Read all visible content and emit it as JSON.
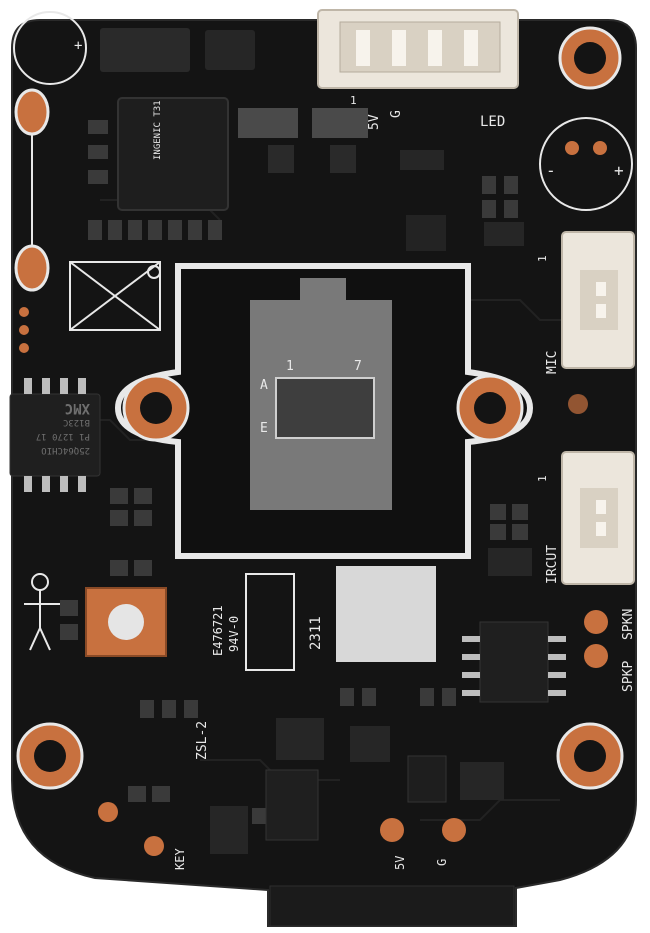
{
  "colors": {
    "pcb": "#141414",
    "silkscreen": "#e8e8e8",
    "copper_pad": "#c8713f",
    "sensor_glass": "#8c8c8c",
    "chip_body": "#1e1e1e",
    "connector": "#ece6dc"
  },
  "labels": {
    "led": "LED",
    "led_5v": "5V",
    "led_g": "G",
    "led_pin1": "1",
    "mic": "MIC",
    "mic_pin1": "1",
    "ircut": "IRCUT",
    "ircut_pin1": "1",
    "spkn": "SPKN",
    "spkp": "SPKP",
    "key": "KEY",
    "five_v": "5V",
    "g": "G",
    "zsl": "ZSL-2",
    "ul_code": "E476721",
    "ul_rating": "94V-0",
    "date_code": "2311",
    "sensor_pin1": "1",
    "sensor_pin7": "7",
    "sensor_row_a": "A",
    "sensor_row_e": "E",
    "cap_plus": "+",
    "cap_minus": "-",
    "cap2_plus": "+",
    "flash_chip_1": "25Q64CHIO",
    "flash_chip_2": "P1 1270 17",
    "flash_chip_3": "B123C",
    "flash_logo": "XMC",
    "soc_marking": "INGENIC T31"
  }
}
